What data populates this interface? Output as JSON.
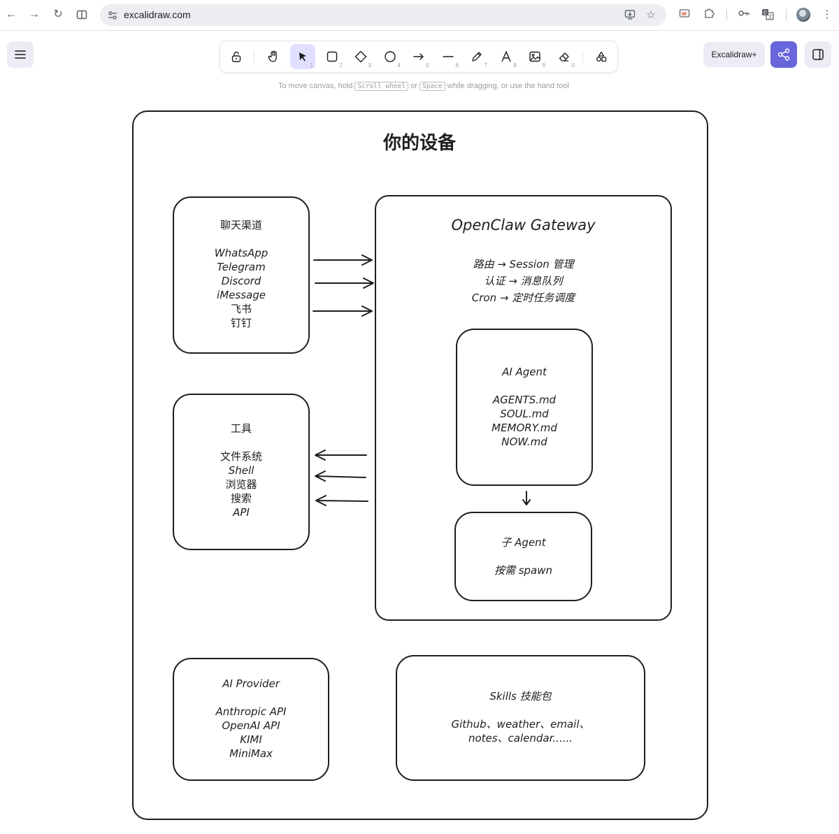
{
  "browser": {
    "url": "excalidraw.com"
  },
  "toolbar": {
    "tools": [
      {
        "id": "lock",
        "key": ""
      },
      {
        "id": "hand",
        "key": ""
      },
      {
        "id": "selection",
        "key": "1",
        "active": true
      },
      {
        "id": "rectangle",
        "key": "2"
      },
      {
        "id": "diamond",
        "key": "3"
      },
      {
        "id": "ellipse",
        "key": "4"
      },
      {
        "id": "arrow",
        "key": "5"
      },
      {
        "id": "line",
        "key": "6"
      },
      {
        "id": "draw",
        "key": "7"
      },
      {
        "id": "text",
        "key": "8"
      },
      {
        "id": "image",
        "key": "9"
      },
      {
        "id": "eraser",
        "key": "0"
      },
      {
        "id": "more-shapes",
        "key": ""
      }
    ],
    "hint": {
      "prefix": "To move canvas, hold",
      "key1": "Scroll wheel",
      "middle": "or",
      "key2": "Space",
      "suffix": "while dragging, or use the hand tool"
    }
  },
  "header_right": {
    "plus_label": "Excalidraw+"
  },
  "diagram": {
    "title": "你的设备",
    "chat": {
      "heading": "聊天渠道",
      "items": [
        "WhatsApp",
        "Telegram",
        "Discord",
        "iMessage",
        "飞书",
        "钉钉"
      ]
    },
    "tools": {
      "heading": "工具",
      "items": [
        "文件系统",
        "Shell",
        "浏览器",
        "搜索",
        "API"
      ]
    },
    "gateway": {
      "heading": "OpenClaw Gateway",
      "lines": [
        "路由 → Session 管理",
        "认证 → 消息队列",
        "Cron → 定时任务调度"
      ]
    },
    "agent": {
      "heading": "AI Agent",
      "items": [
        "AGENTS.md",
        "SOUL.md",
        "MEMORY.md",
        "NOW.md"
      ]
    },
    "subagent": {
      "heading": "子 Agent",
      "line": "按需 spawn"
    },
    "provider": {
      "heading": "AI Provider",
      "items": [
        "Anthropic API",
        "OpenAI API",
        "KIMI",
        "MiniMax"
      ]
    },
    "skills": {
      "heading": "Skills 技能包",
      "lines": [
        "Github、weather、email、",
        "notes、calendar......"
      ]
    }
  }
}
